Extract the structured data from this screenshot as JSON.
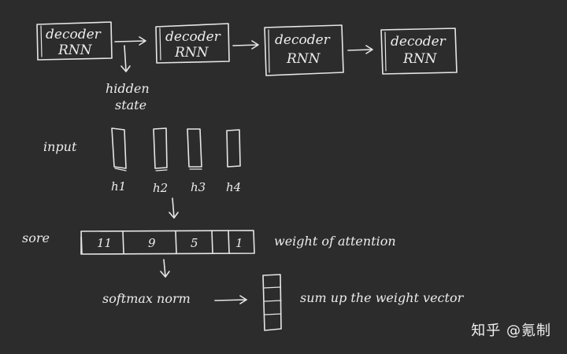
{
  "decoders": [
    {
      "line1": "decoder",
      "line2": "RNN"
    },
    {
      "line1": "decoder",
      "line2": "RNN"
    },
    {
      "line1": "decoder",
      "line2": "RNN"
    },
    {
      "line1": "decoder",
      "line2": "RNN"
    }
  ],
  "hidden_state": {
    "line1": "hidden",
    "line2": "state"
  },
  "input_label": "input",
  "hidden_vectors": [
    "h1",
    "h2",
    "h3",
    "h4"
  ],
  "score_label": "sore",
  "scores": [
    "11",
    "9",
    "5",
    "1"
  ],
  "weight_label": "weight of attention",
  "softmax_label": "softmax norm",
  "sum_label": "sum up the weight vector",
  "watermark": "知乎 @氪制",
  "colors": {
    "background": "#2c2c2c",
    "ink": "#e6e6e6"
  }
}
